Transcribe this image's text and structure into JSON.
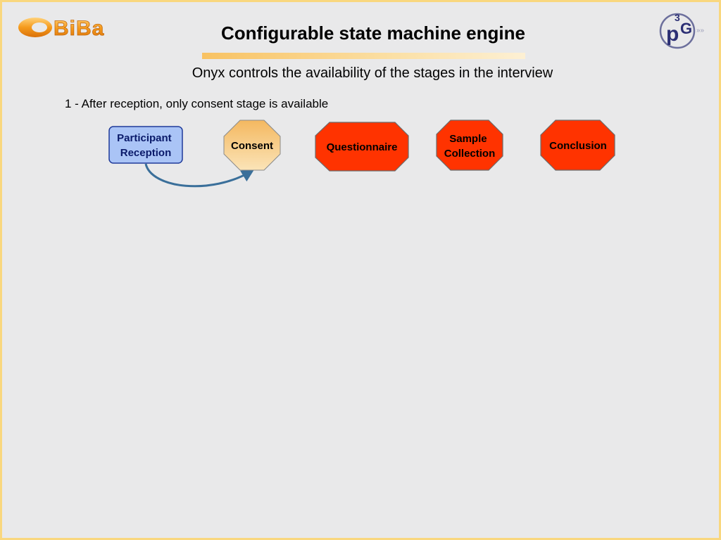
{
  "slide": {
    "title": "Configurable state machine engine",
    "subtitle": "Onyx controls the availability of the stages in the interview",
    "step_text": "1 - After reception, only consent stage is available"
  },
  "logos": {
    "left": "BiBa",
    "right": "P3G"
  },
  "diagram": {
    "reception": {
      "lines": [
        "Participant",
        "Reception"
      ]
    },
    "stages": {
      "consent": {
        "lines": [
          "Consent"
        ],
        "status": "available"
      },
      "questionnaire": {
        "lines": [
          "Questionnaire"
        ],
        "status": "unavailable"
      },
      "sample": {
        "lines": [
          "Sample",
          "Collection"
        ],
        "status": "unavailable"
      },
      "conclusion": {
        "lines": [
          "Conclusion"
        ],
        "status": "unavailable"
      }
    }
  },
  "colors": {
    "available_fill_top": "#f4b860",
    "available_fill_bottom": "#fbe4b8",
    "unavailable_fill": "#ff3300",
    "reception_fill": "#aac4f6",
    "reception_border": "#1f3a9a",
    "arrow": "#3a6f9a",
    "frame": "#f9d77e"
  }
}
